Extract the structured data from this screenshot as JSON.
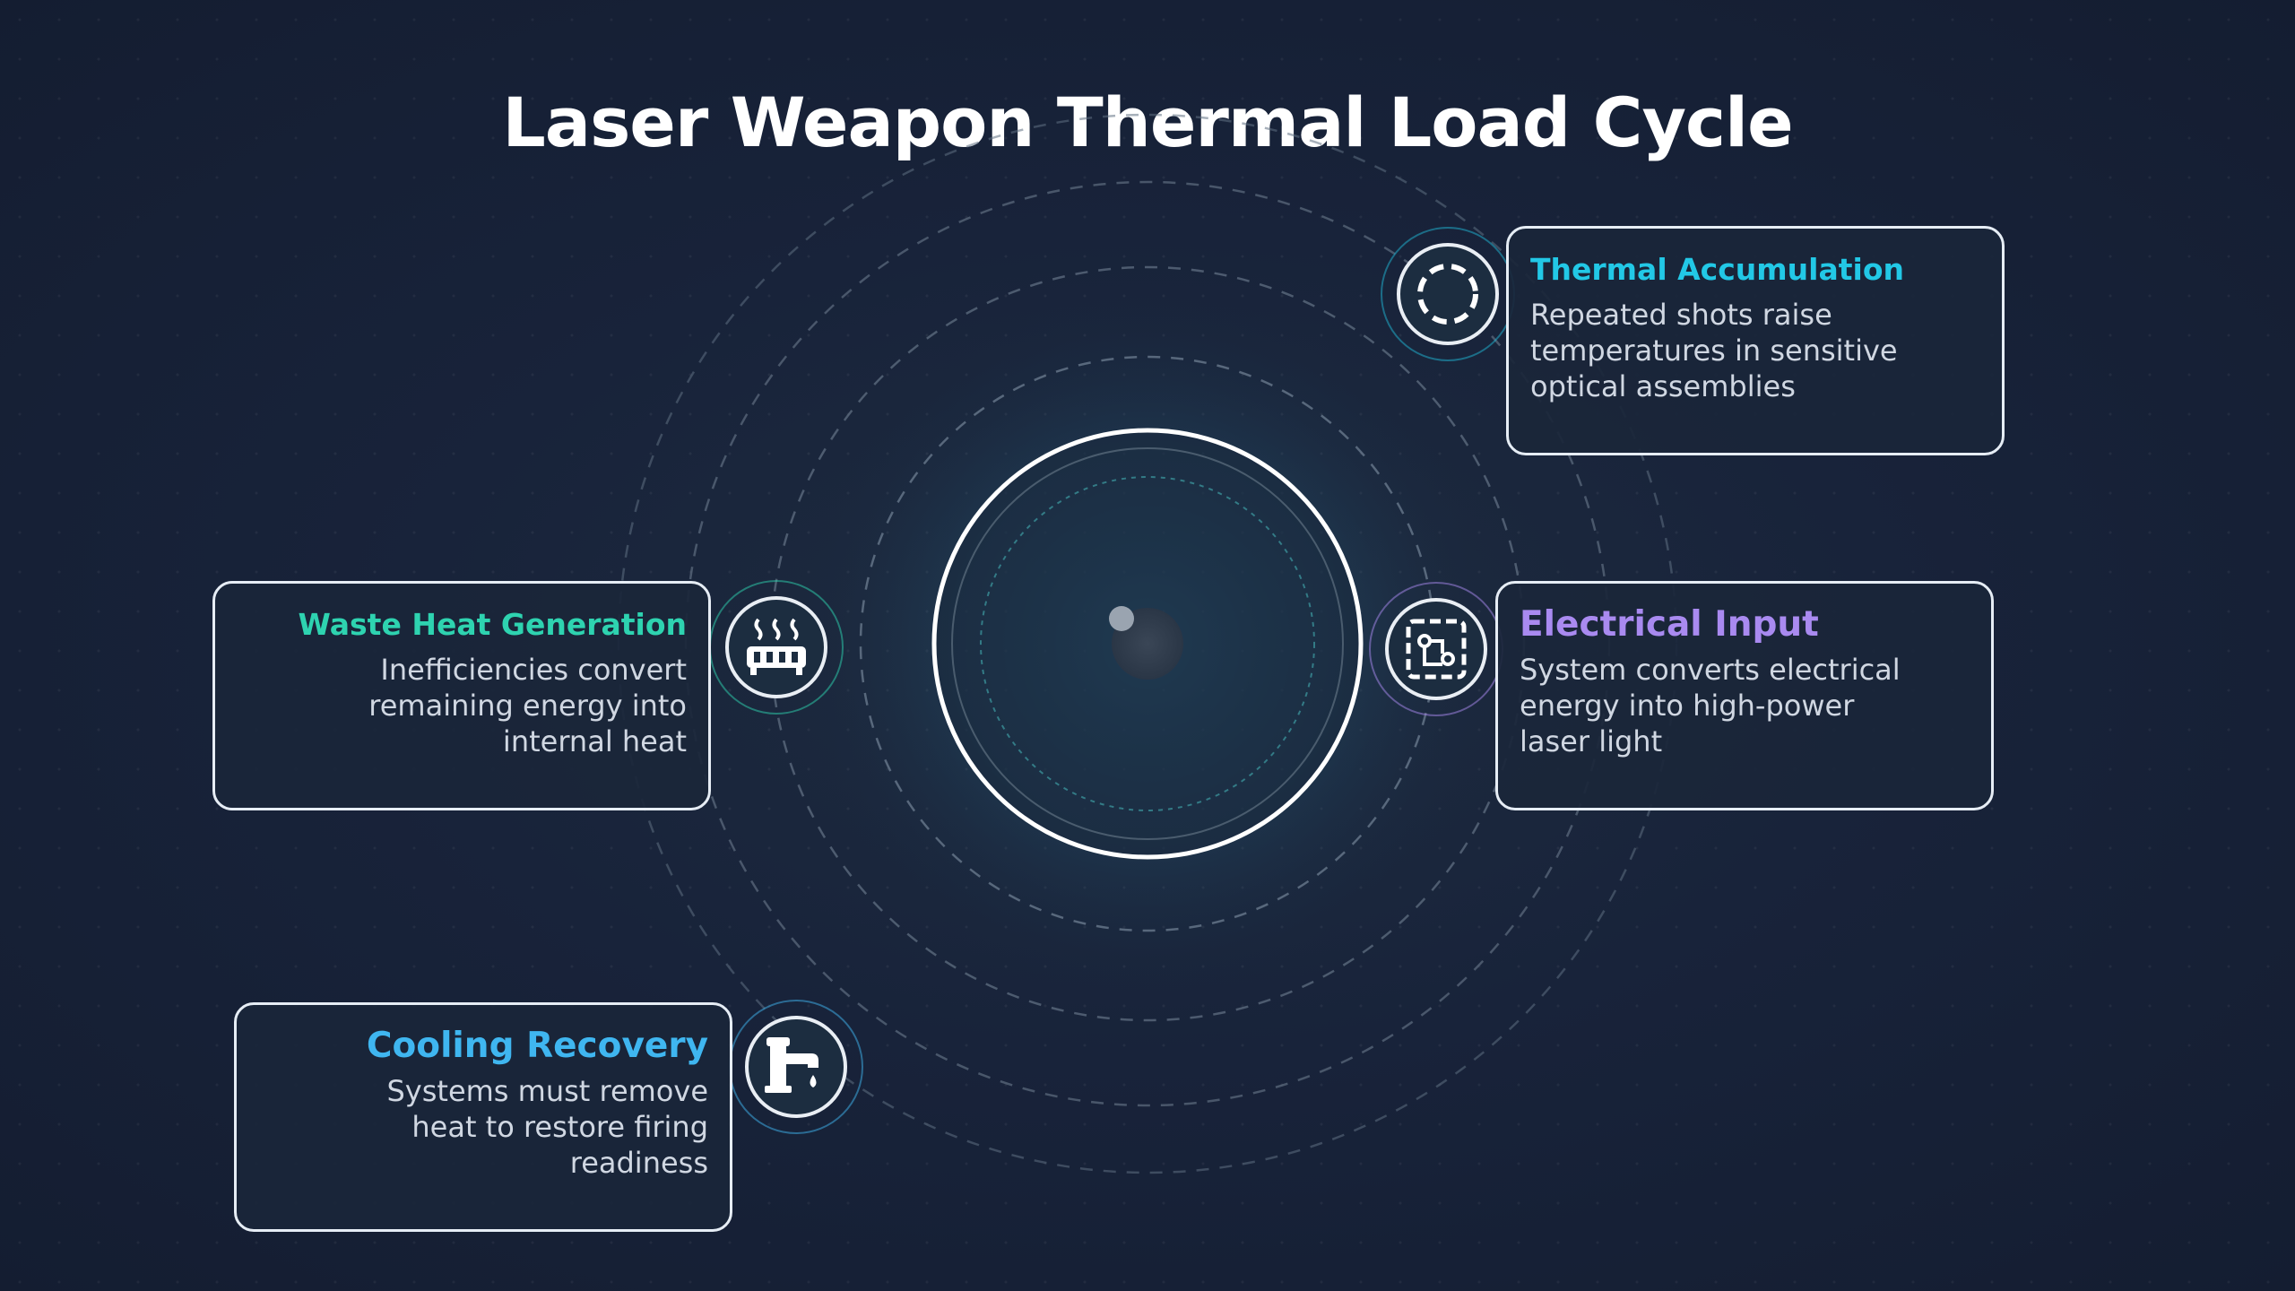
{
  "title": "Laser Weapon Thermal Load Cycle",
  "steps": [
    {
      "id": "thermal-accumulation",
      "title": "Thermal Accumulation",
      "body": "Repeated shots raise temperatures in sensitive optical assemblies",
      "color": "#22c8e6",
      "icon": "dashed-circle-icon"
    },
    {
      "id": "electrical-input",
      "title": "Electrical Input",
      "body": "System converts electrical energy into high-power laser light",
      "color": "#a98af0",
      "icon": "circuit-board-icon"
    },
    {
      "id": "waste-heat-generation",
      "title": "Waste Heat Generation",
      "body": "Inefficiencies convert remaining energy into internal heat",
      "color": "#2ed3b0",
      "icon": "radiator-heat-icon"
    },
    {
      "id": "cooling-recovery",
      "title": "Cooling Recovery",
      "body": "Systems must remove heat to restore firing readiness",
      "color": "#3fb6f0",
      "icon": "water-tap-icon"
    }
  ],
  "colors": {
    "background": "#18233a",
    "card_border": "#e6edf5",
    "ring": "#ffffff"
  }
}
